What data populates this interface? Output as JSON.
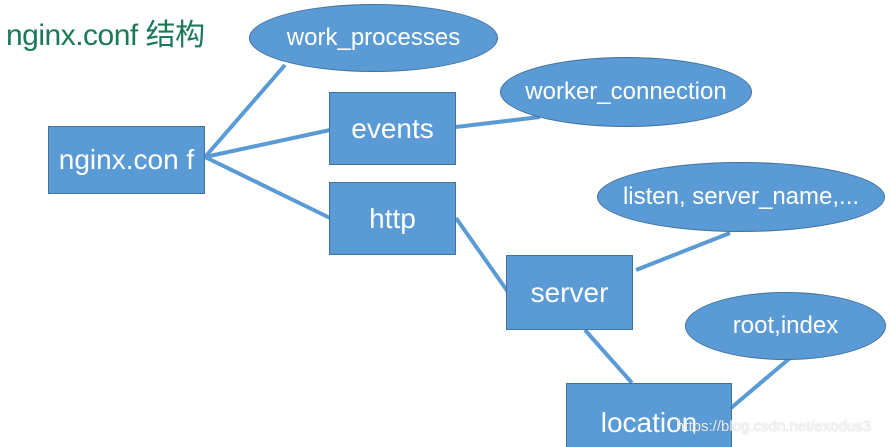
{
  "title": "nginx.conf 结构",
  "colors": {
    "node_fill": "#5b9bd5",
    "node_border": "#41719c",
    "connector": "#5b9bd5",
    "title": "#1a7a55",
    "node_text": "#ffffff"
  },
  "nodes": {
    "root": "nginx.con f",
    "events": "events",
    "http": "http",
    "server": "server",
    "location": "location"
  },
  "attributes": {
    "work_processes": "work_processes",
    "worker_connection": "worker_connection",
    "listen": "listen, server_name,...",
    "root_index": "root,index"
  },
  "watermark": "https://blog.csdn.net/exodus3"
}
